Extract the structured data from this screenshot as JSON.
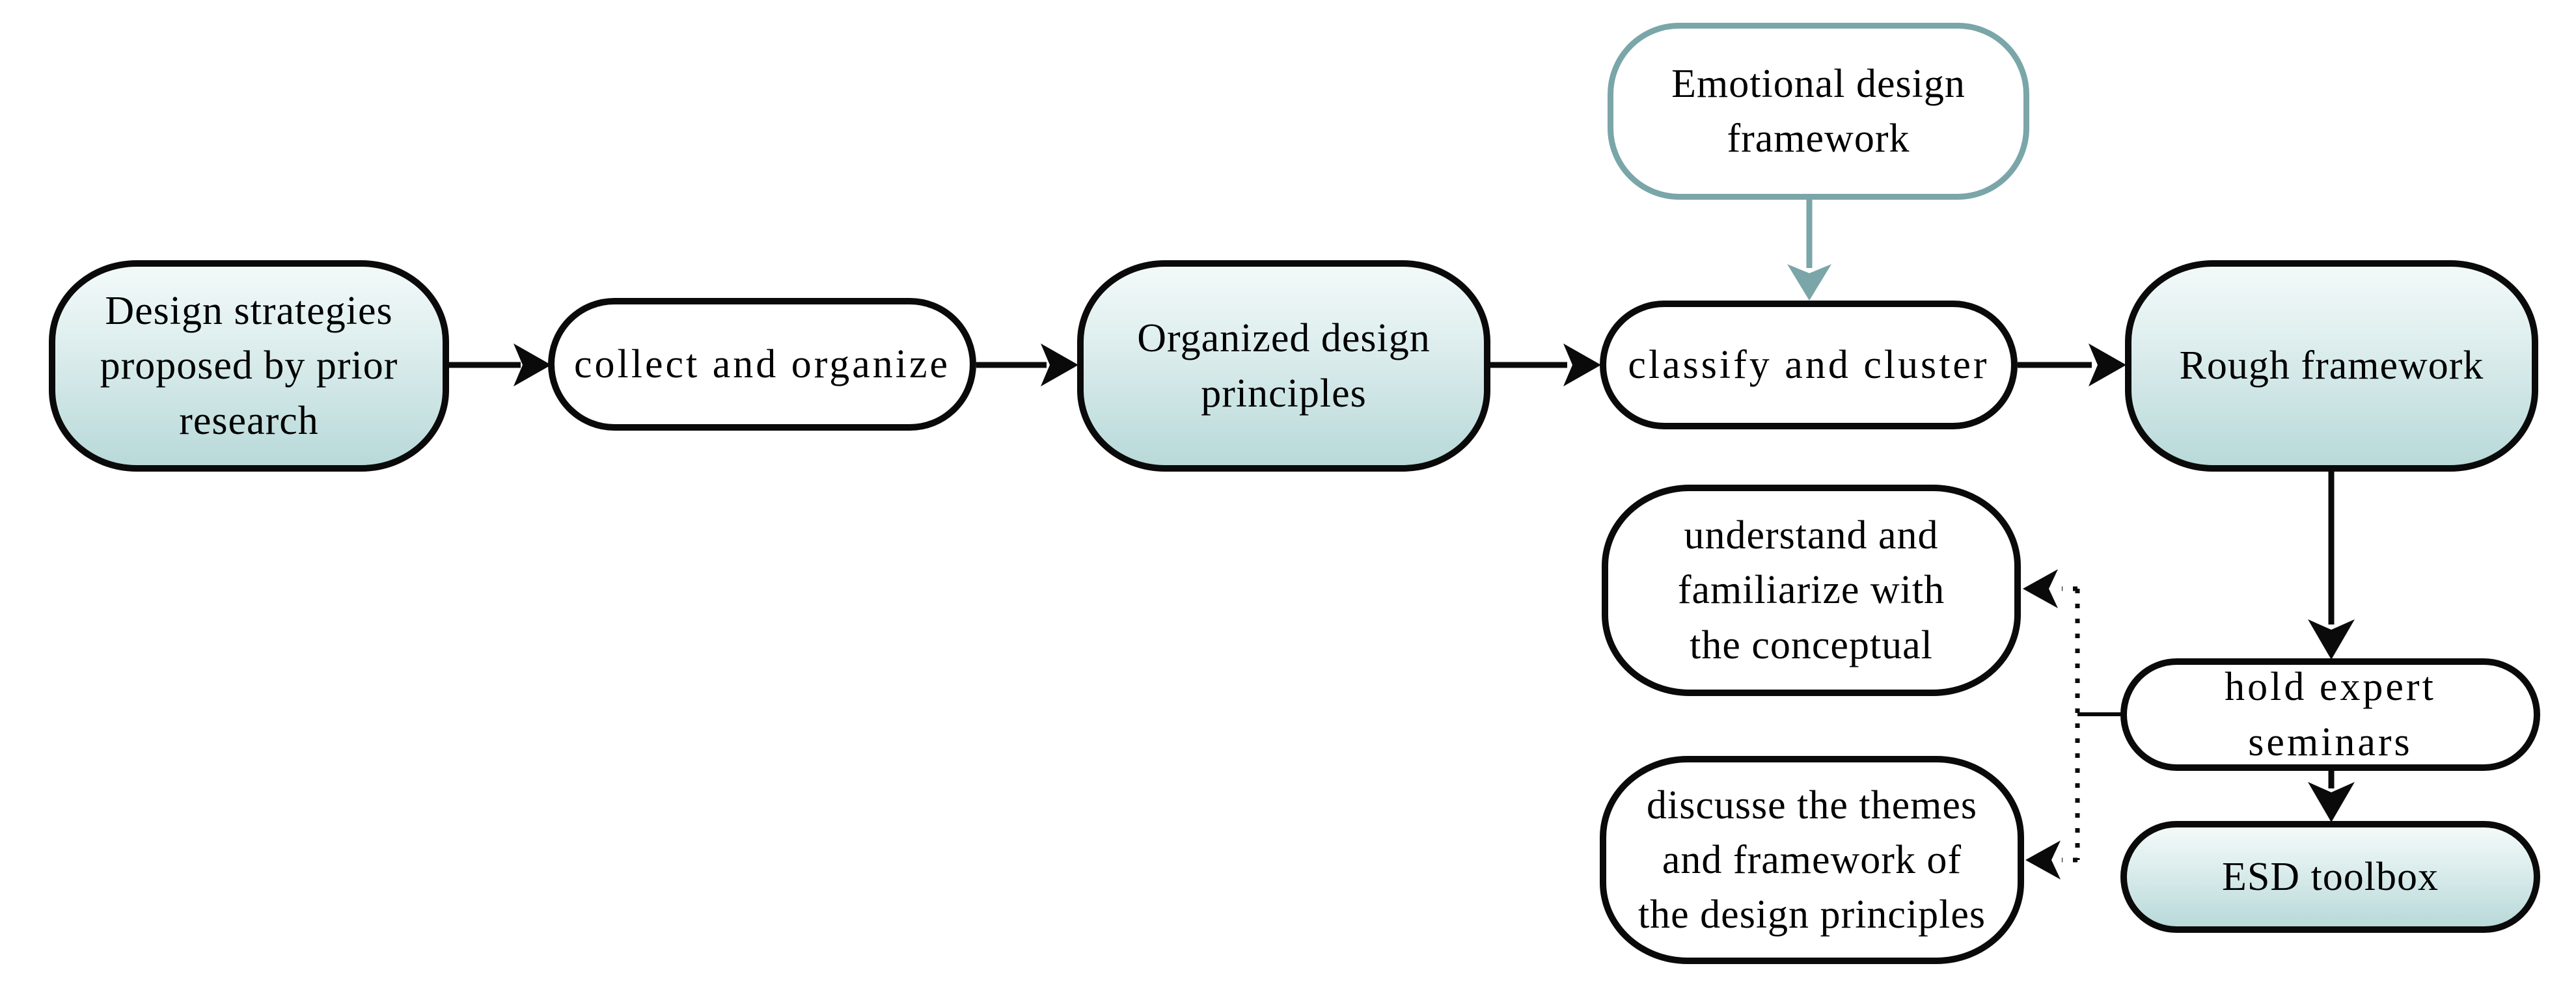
{
  "diagram": {
    "description": "Flowchart of building an ESD toolbox from design strategies via an emotional design framework and expert seminars",
    "colors": {
      "teal_accent": "#7aa6a9",
      "teal_fill_top": "#f3f9f9",
      "teal_fill_bottom": "#b9d9d9",
      "line_black": "#0a0a0a",
      "background": "#ffffff",
      "text": "#000000"
    },
    "nodes": {
      "design_strategies": {
        "label": "Design strategies\nproposed by prior\nresearch",
        "style": "teal-gradient, black border"
      },
      "collect_organize": {
        "label": "collect and organize",
        "style": "white pill, black border"
      },
      "organized_principles": {
        "label": "Organized design\nprinciples",
        "style": "teal-gradient, black border"
      },
      "classify_cluster": {
        "label": "classify and cluster",
        "style": "white pill, black border"
      },
      "rough_framework": {
        "label": "Rough framework",
        "style": "teal-gradient, black border"
      },
      "emotional_framework": {
        "label": "Emotional design\nframework",
        "style": "white, teal border"
      },
      "understand_conceptual": {
        "label": "understand and\nfamiliarize with\nthe conceptual",
        "style": "white, black border"
      },
      "discuss_themes": {
        "label": "discusse the themes\nand framework of\nthe design principles",
        "style": "white, black border"
      },
      "hold_expert_seminars": {
        "label": "hold expert\nseminars",
        "style": "white pill, black border"
      },
      "esd_toolbox": {
        "label": "ESD toolbox",
        "style": "teal-gradient pill, black border"
      }
    },
    "connections": [
      {
        "from": "design_strategies",
        "to": "collect_organize",
        "style": "solid black arrow"
      },
      {
        "from": "collect_organize",
        "to": "organized_principles",
        "style": "solid black arrow"
      },
      {
        "from": "organized_principles",
        "to": "classify_cluster",
        "style": "solid black arrow"
      },
      {
        "from": "classify_cluster",
        "to": "rough_framework",
        "style": "solid black arrow"
      },
      {
        "from": "emotional_framework",
        "to": "classify_cluster",
        "style": "solid teal arrow"
      },
      {
        "from": "rough_framework",
        "to": "hold_expert_seminars",
        "style": "solid black arrow"
      },
      {
        "from": "hold_expert_seminars",
        "to": "esd_toolbox",
        "style": "solid black arrow"
      },
      {
        "from": "hold_expert_seminars",
        "to": "understand_conceptual",
        "style": "dotted black arrow"
      },
      {
        "from": "hold_expert_seminars",
        "to": "discuss_themes",
        "style": "dotted black arrow"
      }
    ]
  }
}
